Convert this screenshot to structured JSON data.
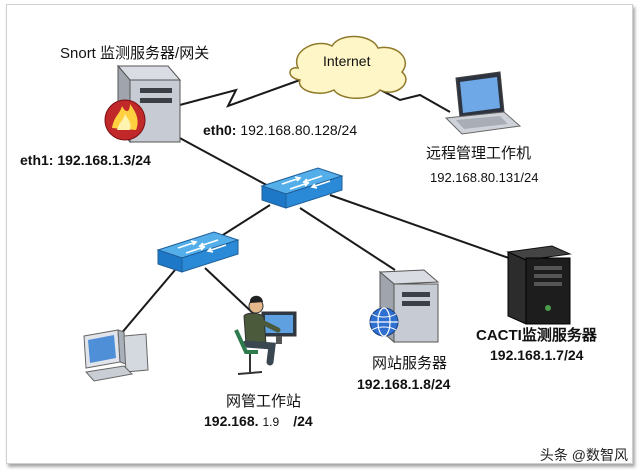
{
  "labels": {
    "snort_title": "Snort 监测服务器/网关",
    "internet": "Internet",
    "eth0_prefix": "eth0:",
    "eth0_ip": "192.168.80.128/24",
    "eth1_prefix": "eth1:",
    "eth1_ip": "192.168.1.3/24",
    "remote_title": "远程管理工作机",
    "remote_ip": "192.168.80.131/24",
    "cacti_title": "CACTI监测服务器",
    "cacti_ip": "192.168.1.7/24",
    "web_title": "网站服务器",
    "web_ip": "192.168.1.8/24",
    "admin_title": "网管工作站",
    "admin_ip_a": "192.168.",
    "admin_ip_b": "1.9",
    "admin_ip_c": "/24"
  },
  "watermark": "头条 @数智风",
  "colors": {
    "cable": "#1a1a1a",
    "switch": "#1e78c8",
    "cloud": "#fff6c8",
    "server_dark": "#1d1d1d",
    "server_light": "#cfd2d8"
  },
  "icons": [
    "snort-server-firewall-icon",
    "internet-cloud-icon",
    "laptop-icon",
    "core-switch-icon",
    "access-switch-icon",
    "desktop-pc-icon",
    "admin-person-icon",
    "web-server-icon",
    "cacti-server-icon"
  ]
}
